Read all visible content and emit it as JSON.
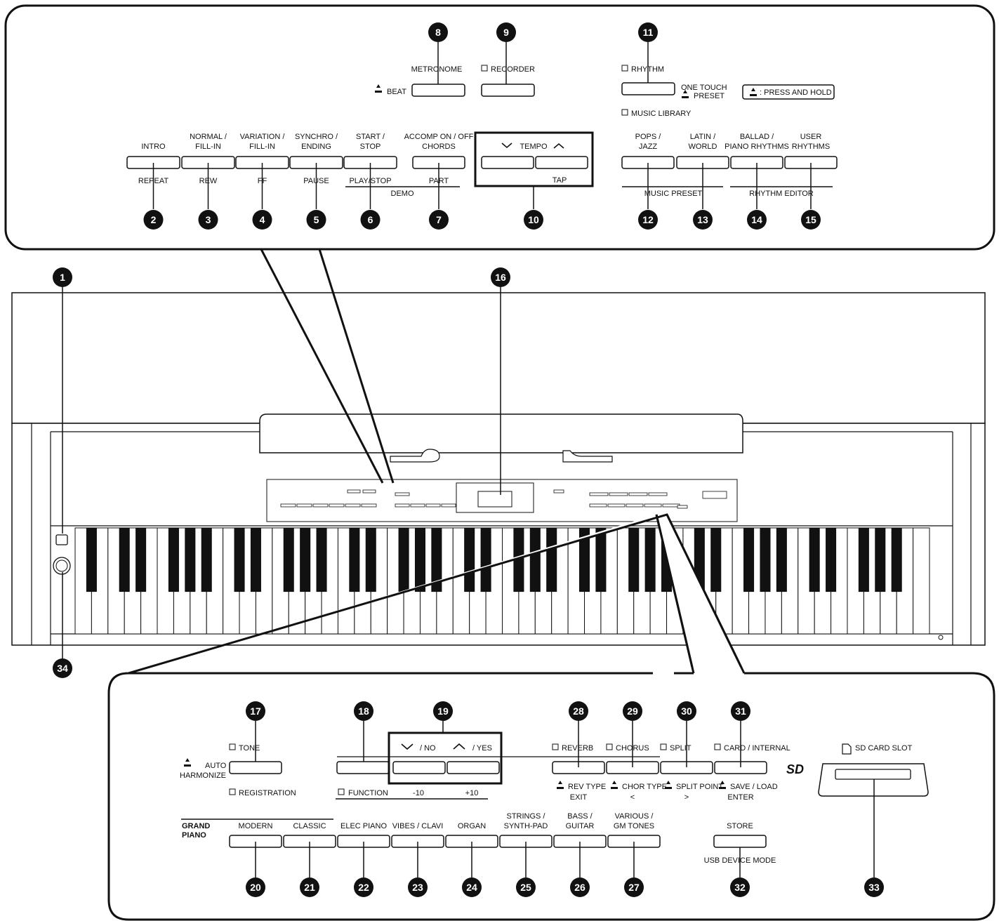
{
  "top_panel": {
    "buttons": [
      {
        "id": "intro",
        "upper": [
          "INTRO"
        ],
        "lower": "REPEAT",
        "num": "2"
      },
      {
        "id": "normal",
        "upper": [
          "NORMAL /",
          "FILL-IN"
        ],
        "lower": "REW",
        "num": "3"
      },
      {
        "id": "variation",
        "upper": [
          "VARIATION /",
          "FILL-IN"
        ],
        "lower": "FF",
        "num": "4"
      },
      {
        "id": "synchro",
        "upper": [
          "SYNCHRO /",
          "ENDING"
        ],
        "lower": "PAUSE",
        "num": "5"
      },
      {
        "id": "start",
        "upper": [
          "START /",
          "STOP"
        ],
        "lower": "PLAY/STOP",
        "num": "6"
      },
      {
        "id": "accomp",
        "upper": [
          "ACCOMP ON / OFF",
          "CHORDS"
        ],
        "lower": "PART",
        "num": "7"
      }
    ],
    "demo_label": "DEMO",
    "metronome": {
      "label": "METRONOME",
      "beat": "BEAT",
      "num": "8"
    },
    "recorder": {
      "label": "RECORDER",
      "num": "9"
    },
    "tempo": {
      "label": "TEMPO",
      "tap": "TAP",
      "num": "10"
    },
    "rhythm": {
      "label": "RHYTHM",
      "one_touch": [
        "ONE TOUCH",
        "PRESET"
      ],
      "music_library": "MUSIC LIBRARY",
      "num": "11"
    },
    "press_hold": ": PRESS AND HOLD",
    "rhythm_buttons": [
      {
        "id": "pops",
        "upper": [
          "POPS /",
          "JAZZ"
        ],
        "num": "12"
      },
      {
        "id": "latin",
        "upper": [
          "LATIN /",
          "WORLD"
        ],
        "num": "13"
      },
      {
        "id": "ballad",
        "upper": [
          "BALLAD /",
          "PIANO RHYTHMS"
        ],
        "num": "14"
      },
      {
        "id": "user",
        "upper": [
          "USER",
          "RHYTHMS"
        ],
        "num": "15"
      }
    ],
    "music_preset": "MUSIC PRESET",
    "rhythm_editor": "RHYTHM EDITOR"
  },
  "piano": {
    "power_num": "1",
    "volume_num": "34",
    "display_num": "16",
    "white_keys": 52
  },
  "bottom_panel": {
    "tone": {
      "label": "TONE",
      "auto": "AUTO",
      "harmonize": "HARMONIZE",
      "registration": "REGISTRATION",
      "num": "17"
    },
    "function": {
      "label": "FUNCTION",
      "num": "18"
    },
    "no_yes": {
      "no": "/ NO",
      "yes": "/ YES",
      "minus": "-10",
      "plus": "+10",
      "num": "19"
    },
    "effect_buttons": [
      {
        "id": "reverb",
        "upper": "REVERB",
        "lower": [
          "REV TYPE",
          "EXIT"
        ],
        "num": "28"
      },
      {
        "id": "chorus",
        "upper": "CHORUS",
        "lower": [
          "CHOR TYPE",
          "<"
        ],
        "num": "29"
      },
      {
        "id": "split",
        "upper": "SPLIT",
        "lower": [
          "SPLIT POINT",
          ">"
        ],
        "num": "30"
      },
      {
        "id": "card",
        "upper": "CARD / INTERNAL",
        "lower": [
          "SAVE / LOAD",
          "ENTER"
        ],
        "num": "31"
      }
    ],
    "grand_piano": [
      "GRAND",
      "PIANO"
    ],
    "tone_buttons": [
      {
        "id": "modern",
        "upper": [
          "MODERN"
        ],
        "num": "20"
      },
      {
        "id": "classic",
        "upper": [
          "CLASSIC"
        ],
        "num": "21"
      },
      {
        "id": "elec",
        "upper": [
          "ELEC PIANO"
        ],
        "num": "22"
      },
      {
        "id": "vibes",
        "upper": [
          "VIBES / CLAVI"
        ],
        "num": "23"
      },
      {
        "id": "organ",
        "upper": [
          "ORGAN"
        ],
        "num": "24"
      },
      {
        "id": "strings",
        "upper": [
          "STRINGS /",
          "SYNTH-PAD"
        ],
        "num": "25"
      },
      {
        "id": "bass",
        "upper": [
          "BASS /",
          "GUITAR"
        ],
        "num": "26"
      },
      {
        "id": "various",
        "upper": [
          "VARIOUS /",
          "GM TONES"
        ],
        "num": "27"
      }
    ],
    "store": {
      "label": "STORE",
      "lower": "USB DEVICE MODE",
      "num": "32"
    },
    "sd": {
      "label": "SD CARD SLOT",
      "logo": "SD",
      "num": "33"
    }
  }
}
